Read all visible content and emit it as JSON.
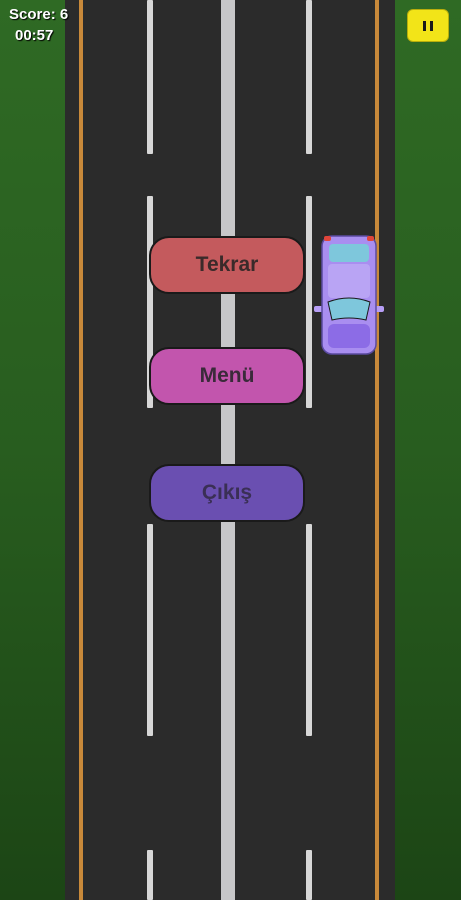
{
  "hud": {
    "score_text": "Score: 6",
    "timer_text": "00:57"
  },
  "pause_button": {
    "icon": "pause-icon",
    "color": "#f2e418"
  },
  "game_over_menu": {
    "retry_label": "Tekrar",
    "menu_label": "Menü",
    "exit_label": "Çıkış"
  },
  "colors": {
    "grass": "#2f6a24",
    "road": "#2b2b2b",
    "edge_line": "#c8893a",
    "center_line": "#c7c7c9",
    "retry_button": "#c45a5d",
    "menu_button": "#c255ad",
    "exit_button": "#6a4fb1",
    "player_car": "#a98ef0"
  }
}
